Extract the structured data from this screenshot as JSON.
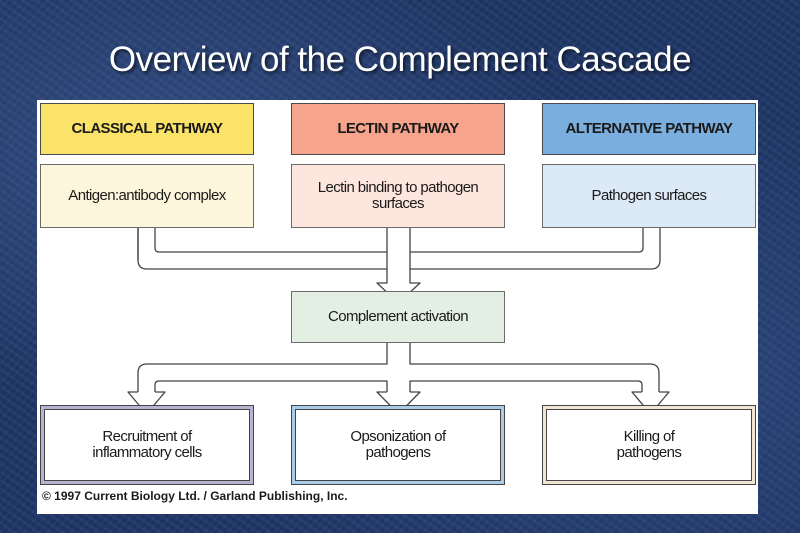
{
  "slide": {
    "title": "Overview of the Complement Cascade"
  },
  "pathways": [
    {
      "name": "CLASSICAL PATHWAY",
      "trigger": "Antigen:antibody complex",
      "head_color": "#fbe268",
      "sub_color": "#fdf6dc"
    },
    {
      "name": "LECTIN PATHWAY",
      "trigger": "Lectin binding to pathogen surfaces",
      "head_color": "#f7a48c",
      "sub_color": "#fde6de"
    },
    {
      "name": "ALTERNATIVE PATHWAY",
      "trigger": "Pathogen surfaces",
      "head_color": "#7aaede",
      "sub_color": "#dce9f6"
    }
  ],
  "activation": {
    "label": "Complement activation",
    "color": "#e3efe3"
  },
  "outcomes": [
    {
      "label": "Recruitment of inflammatory cells",
      "border_color": "#b9b3d3"
    },
    {
      "label": "Opsonization of pathogens",
      "border_color": "#a9cde8"
    },
    {
      "label": "Killing of pathogens",
      "border_color": "#f0e4d4"
    }
  ],
  "copyright": "© 1997 Current Biology Ltd. / Garland Publishing, Inc."
}
